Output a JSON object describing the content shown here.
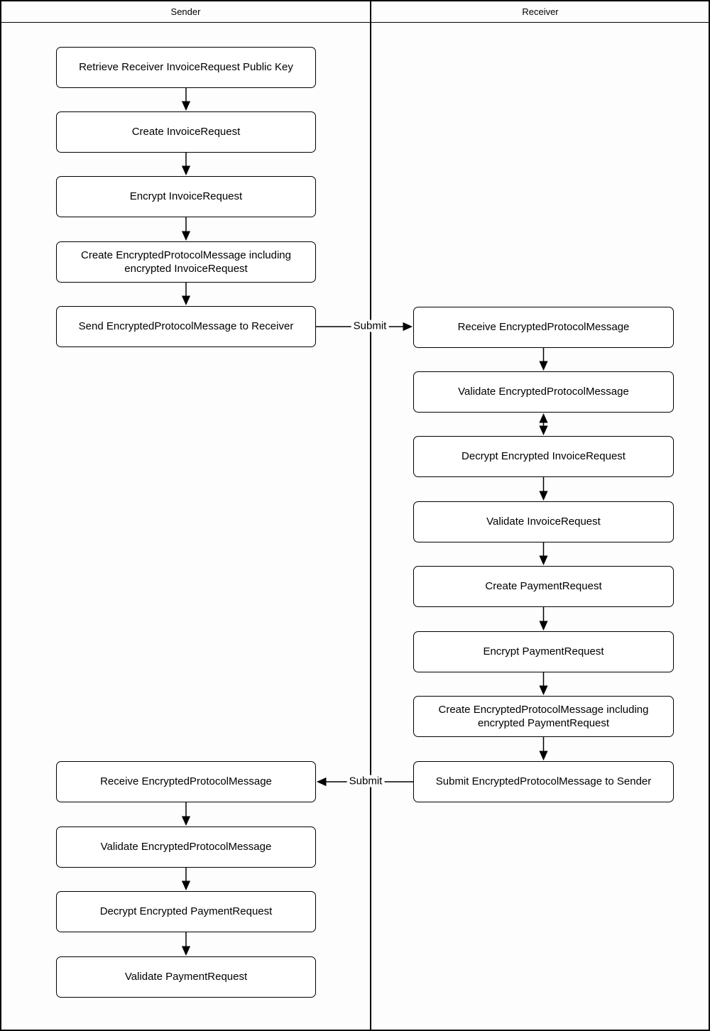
{
  "diagram": {
    "lanes": [
      {
        "title": "Sender"
      },
      {
        "title": "Receiver"
      }
    ],
    "nodes": [
      {
        "lane": "Sender",
        "label": "Retrieve Receiver InvoiceRequest Public Key"
      },
      {
        "lane": "Sender",
        "label": "Create InvoiceRequest"
      },
      {
        "lane": "Sender",
        "label": "Encrypt InvoiceRequest"
      },
      {
        "lane": "Sender",
        "label": "Create EncryptedProtocolMessage including encrypted InvoiceRequest"
      },
      {
        "lane": "Sender",
        "label": "Send EncryptedProtocolMessage to Receiver"
      },
      {
        "lane": "Receiver",
        "label": "Receive EncryptedProtocolMessage"
      },
      {
        "lane": "Receiver",
        "label": "Validate EncryptedProtocolMessage"
      },
      {
        "lane": "Receiver",
        "label": "Decrypt Encrypted InvoiceRequest"
      },
      {
        "lane": "Receiver",
        "label": "Validate InvoiceRequest"
      },
      {
        "lane": "Receiver",
        "label": "Create PaymentRequest"
      },
      {
        "lane": "Receiver",
        "label": "Encrypt PaymentRequest"
      },
      {
        "lane": "Receiver",
        "label": "Create EncryptedProtocolMessage including encrypted PaymentRequest"
      },
      {
        "lane": "Receiver",
        "label": "Submit EncryptedProtocolMessage to Sender"
      },
      {
        "lane": "Sender",
        "label": "Receive EncryptedProtocolMessage"
      },
      {
        "lane": "Sender",
        "label": "Validate EncryptedProtocolMessage"
      },
      {
        "lane": "Sender",
        "label": "Decrypt Encrypted PaymentRequest"
      },
      {
        "lane": "Sender",
        "label": "Validate PaymentRequest"
      }
    ],
    "edges": [
      {
        "from": 0,
        "to": 1
      },
      {
        "from": 1,
        "to": 2
      },
      {
        "from": 2,
        "to": 3
      },
      {
        "from": 3,
        "to": 4
      },
      {
        "from": 4,
        "to": 5,
        "label": "Submit"
      },
      {
        "from": 5,
        "to": 6
      },
      {
        "from": 6,
        "to": 7,
        "bidirectional": true
      },
      {
        "from": 7,
        "to": 8
      },
      {
        "from": 8,
        "to": 9
      },
      {
        "from": 9,
        "to": 10
      },
      {
        "from": 10,
        "to": 11
      },
      {
        "from": 11,
        "to": 12
      },
      {
        "from": 12,
        "to": 13,
        "label": "Submit"
      },
      {
        "from": 13,
        "to": 14
      },
      {
        "from": 14,
        "to": 15
      },
      {
        "from": 15,
        "to": 16
      }
    ]
  }
}
